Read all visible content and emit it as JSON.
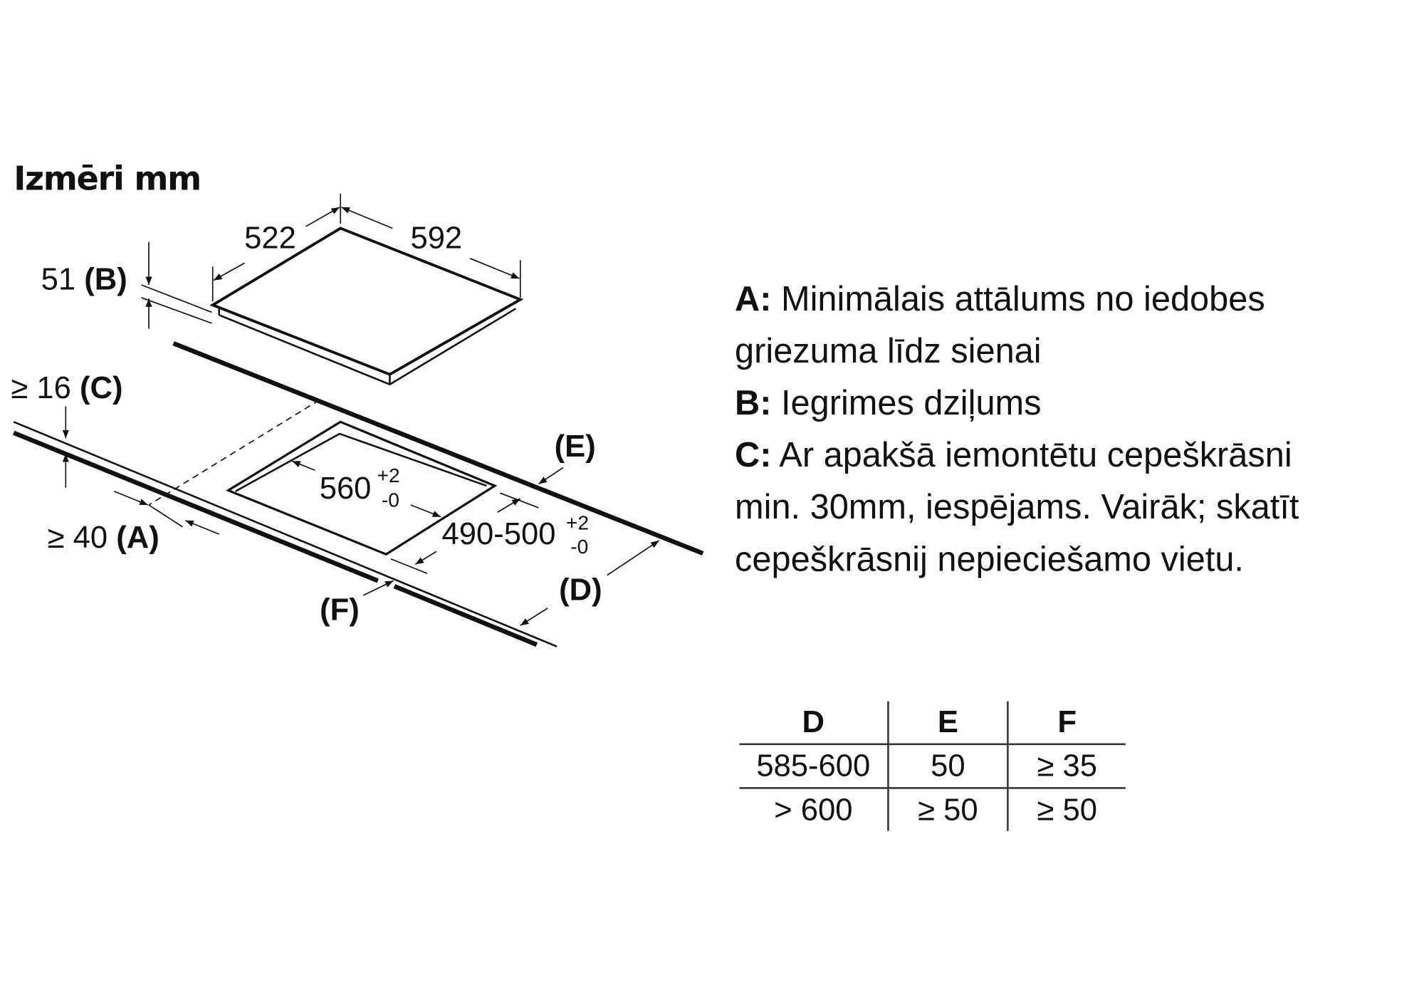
{
  "title": "Izmēri mm",
  "diagram": {
    "hob_depth": "522",
    "hob_width": "592",
    "recess_depth": "51",
    "label_b": "(B)",
    "min_c": "≥ 16",
    "label_c": "(C)",
    "min_a": "≥ 40",
    "label_a": "(A)",
    "label_e": "(E)",
    "label_d": "(D)",
    "label_f": "(F)",
    "cutout_width": "560",
    "cutout_width_tol_plus": "+2",
    "cutout_width_tol_minus": "-0",
    "cutout_depth": "490-500",
    "cutout_depth_tol_plus": "+2",
    "cutout_depth_tol_minus": "-0"
  },
  "legend": [
    {
      "key": "A:",
      "text": "Minimālais attālums no iedobes",
      "cont": "griezuma līdz sienai"
    },
    {
      "key": "B:",
      "text": "Iegrimes dziļums"
    },
    {
      "key": "C:",
      "text": "Ar apakšā iemontētu cepeškrāsni",
      "cont": "min. 30mm, iespējams. Vairāk; skatīt",
      "cont2": "cepeškrāsnij nepieciešamo vietu."
    }
  ],
  "table": {
    "headers": [
      "D",
      "E",
      "F"
    ],
    "rows": [
      [
        "585-600",
        "50",
        "≥ 35"
      ],
      [
        "> 600",
        "≥ 50",
        "≥ 50"
      ]
    ]
  }
}
